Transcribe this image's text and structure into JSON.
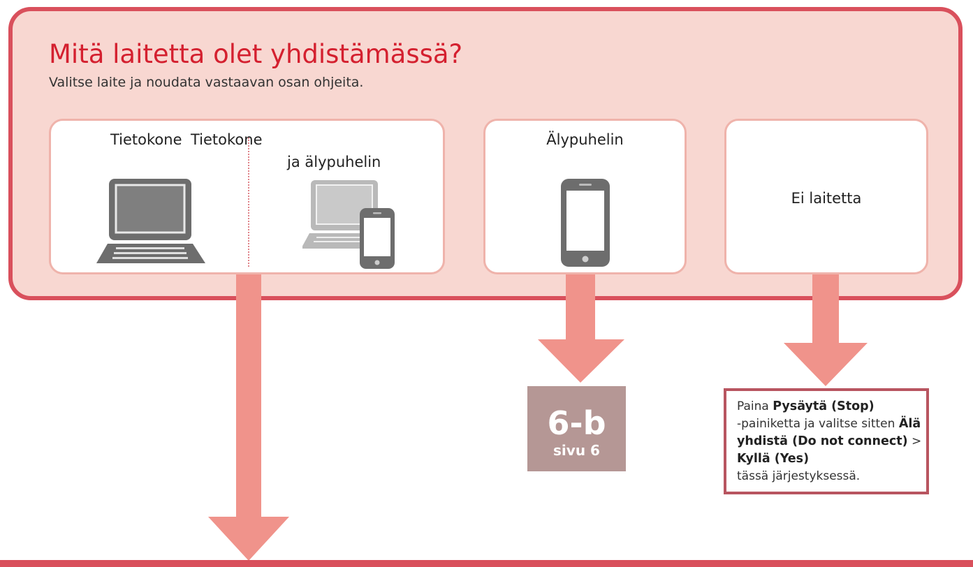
{
  "header": {
    "title": "Mitä laitetta olet yhdistämässä?",
    "subtitle": "Valitse laite ja noudata vastaavan osan ohjeita."
  },
  "options": {
    "computer": {
      "label_left": "Tietokone",
      "label_right_line1": "Tietokone",
      "label_right_line2": "ja älypuhelin",
      "left_icon": "laptop-icon",
      "right_icon": "laptop-and-smartphone-icon"
    },
    "smartphone": {
      "label": "Älypuhelin",
      "icon": "smartphone-icon"
    },
    "none": {
      "label": "Ei laitetta"
    }
  },
  "targets": {
    "smartphone": {
      "code": "6-b",
      "page": "sivu 6"
    },
    "none": {
      "t1": "Paina ",
      "b1": "Pysäytä (Stop)",
      "t2": "-painiketta ja valitse sitten ",
      "b2": "Älä yhdistä (Do not connect)",
      "t3": " > ",
      "b3": "Kyllä (Yes)",
      "t4": "tässä järjestyksessä."
    }
  },
  "colors": {
    "accent": "#d9505c",
    "title": "#d4202f",
    "panel_background": "#f8d7d1",
    "arrow": "#f0938b",
    "target_box": "#b59795",
    "icon": "#6d6d6d"
  }
}
